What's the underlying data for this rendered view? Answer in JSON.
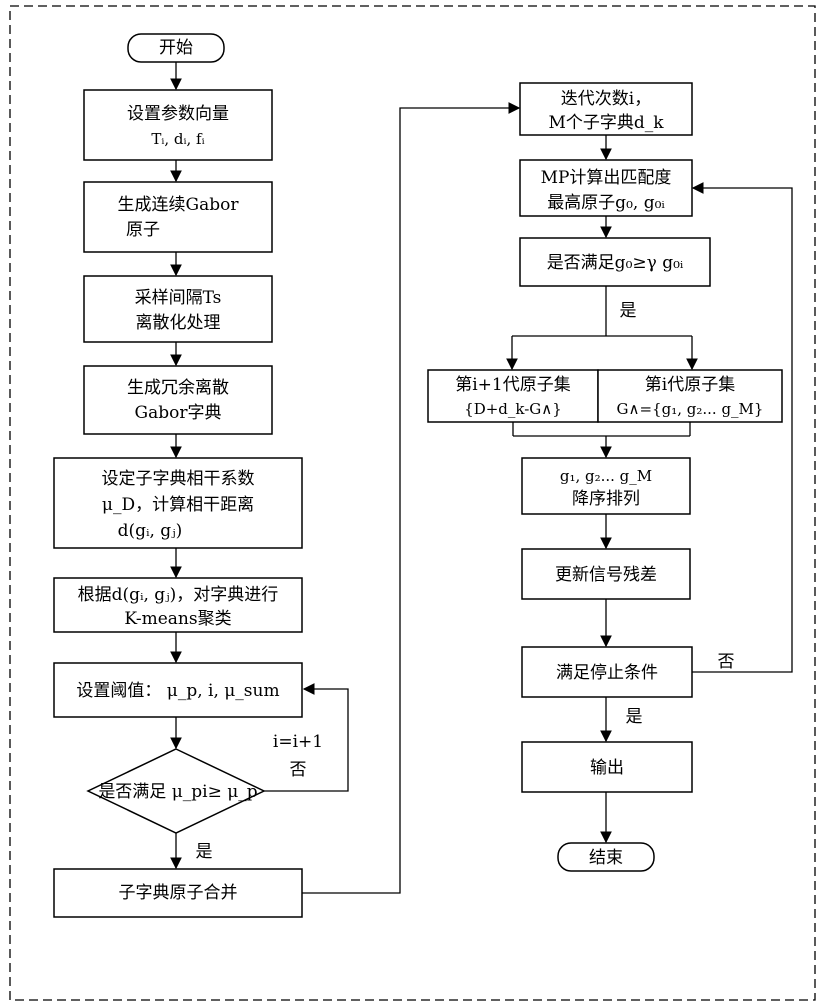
{
  "flowchart": {
    "start": "开始",
    "set_params": {
      "line1": "设置参数向量",
      "line2": "Tᵢ, dᵢ, fᵢ"
    },
    "gen_gabor": {
      "line1": "生成连续Gabor",
      "line2": "原子"
    },
    "sampling": {
      "line1": "采样间隔Ts",
      "line2": "离散化处理"
    },
    "redundant_dict": {
      "line1": "生成冗余离散",
      "line2": "Gabor字典"
    },
    "coherence": {
      "line1": "设定子字典相干系数",
      "line2": "μ_D，计算相干距离",
      "line3": "d(gᵢ, gⱼ)"
    },
    "kmeans": {
      "line1": "根据d(gᵢ, gⱼ)，对字典进行",
      "line2": "K-means聚类"
    },
    "threshold": "设置阈值：  μ_p, i, μ_sum",
    "decision_mu": "是否满足 μ_pi≥ μ_p",
    "loop_increment": "i=i+1",
    "no_label_left": "否",
    "yes_label_left": "是",
    "merge": "子字典原子合并",
    "iterate": {
      "line1": "迭代次数i，",
      "line2": "M个子字典d_k"
    },
    "mp_calc": {
      "line1": "MP计算出匹配度",
      "line2": "最高原子g₀, g₀ᵢ"
    },
    "decision_g": "是否满足g₀≥γ g₀ᵢ",
    "yes_label_right": "是",
    "next_gen": {
      "line1": "第i+1代原子集",
      "line2": "{D+d_k-G∧}"
    },
    "this_gen": {
      "line1": "第i代原子集",
      "line2": "G∧={g₁, g₂... g_M}"
    },
    "sort": {
      "line1": "g₁, g₂... g_M",
      "line2": "降序排列"
    },
    "update_residual": "更新信号残差",
    "stop_condition": "满足停止条件",
    "no_label_right": "否",
    "yes_label_stop": "是",
    "output": "输出",
    "end": "结束"
  }
}
